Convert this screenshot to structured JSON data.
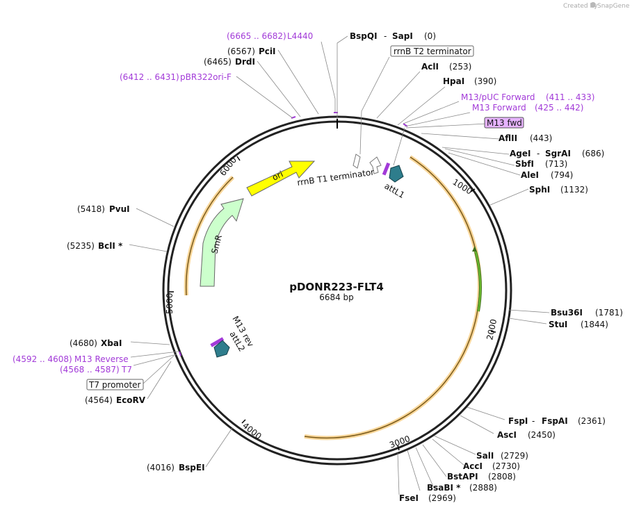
{
  "header": {
    "created_by": "Created by",
    "brand": "SnapGene"
  },
  "plasmid": {
    "name": "pDONR223-FLT4",
    "length_label": "6684 bp",
    "length": 6684
  },
  "ruler_ticks": [
    "1000",
    "2000",
    "3000",
    "4000",
    "5000",
    "6000"
  ],
  "features": [
    {
      "label": "ori",
      "type": "arrow"
    },
    {
      "label": "SmR",
      "type": "arrow"
    },
    {
      "label": "rrnB T1 terminator",
      "type": "terminator"
    },
    {
      "label": "attL1",
      "type": "att"
    },
    {
      "label": "attL2",
      "type": "att"
    },
    {
      "label": "M13 rev",
      "type": "primer"
    },
    {
      "label": "M13 fwd",
      "type": "primer"
    }
  ],
  "sites": [
    {
      "name": "BspQI",
      "sep": "-",
      "name2": "SapI",
      "pos": "(0)"
    },
    {
      "name": "AclI",
      "pos": "(253)"
    },
    {
      "name": "HpaI",
      "pos": "(390)"
    },
    {
      "name": "AflII",
      "pos": "(443)"
    },
    {
      "name": "AgeI",
      "sep": "-",
      "name2": "SgrAI",
      "pos": "(686)"
    },
    {
      "name": "SbfI",
      "pos": "(713)"
    },
    {
      "name": "AleI",
      "pos": "(794)"
    },
    {
      "name": "SphI",
      "pos": "(1132)"
    },
    {
      "name": "Bsu36I",
      "pos": "(1781)"
    },
    {
      "name": "StuI",
      "pos": "(1844)"
    },
    {
      "name": "FspI",
      "sep": "-",
      "name2": "FspAI",
      "pos": "(2361)"
    },
    {
      "name": "AscI",
      "pos": "(2450)"
    },
    {
      "name": "SalI",
      "pos": "(2729)"
    },
    {
      "name": "AccI",
      "pos": "(2730)"
    },
    {
      "name": "BstAPI",
      "pos": "(2808)"
    },
    {
      "name": "BsaBI *",
      "pos": "(2888)"
    },
    {
      "name": "FseI",
      "pos": "(2969)"
    },
    {
      "name": "BspEI",
      "pos": "(4016)"
    },
    {
      "name": "EcoRV",
      "pos": "(4564)"
    },
    {
      "name": "XbaI",
      "pos": "(4680)"
    },
    {
      "name": "BclI *",
      "pos": "(5235)"
    },
    {
      "name": "PvuI",
      "pos": "(5418)"
    },
    {
      "name": "DrdI",
      "pos": "(6465)"
    },
    {
      "name": "PciI",
      "pos": "(6567)"
    }
  ],
  "primers": [
    {
      "range": "(6665 .. 6682)",
      "name": "L4440"
    },
    {
      "range": "(6412 .. 6431)",
      "name": "pBR322ori-F"
    },
    {
      "name": "M13/pUC Forward",
      "range": "(411 .. 433)"
    },
    {
      "name": "M13 Forward",
      "range": "(425 .. 442)"
    },
    {
      "range": "(4592 .. 4608)",
      "name": "M13 Reverse"
    },
    {
      "range": "(4568 .. 4587)",
      "name": "T7"
    }
  ],
  "boxed_labels": {
    "rrnb_t2": "rrnB T2 terminator",
    "m13_fwd": "M13 fwd",
    "t7_promoter": "T7 promoter"
  },
  "colors": {
    "backbone": "#222222",
    "insert_glow": "#f5c46e",
    "ori": "#ffff00",
    "smr": "#ccffcc",
    "att": "#2e7d8c",
    "primer": "#a23ad8",
    "primer_box": "#e6b3ff",
    "orf_green": "#6fbf2f"
  }
}
